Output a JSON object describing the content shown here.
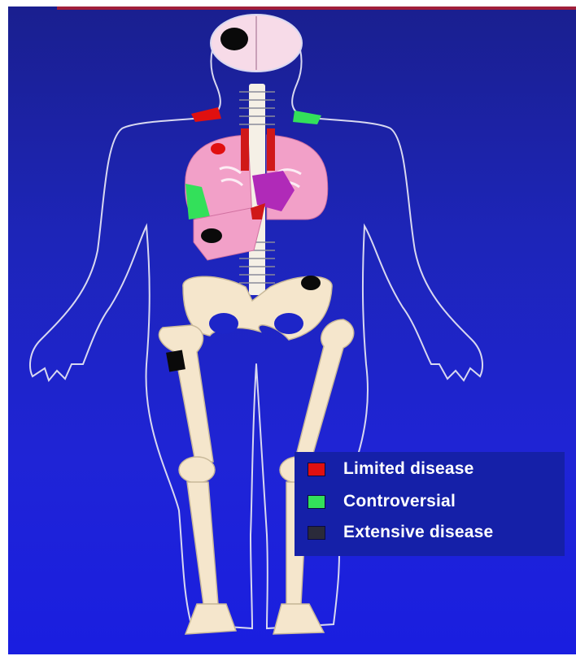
{
  "legend": {
    "items": [
      {
        "label": "Limited disease",
        "color": "#e01010"
      },
      {
        "label": "Controversial",
        "color": "#33e05a"
      },
      {
        "label": "Extensive disease",
        "color": "#2a2a3a"
      }
    ]
  },
  "colors": {
    "background": "#1d25c8",
    "outline": "#d8d8f0",
    "bone": "#f5e6cc",
    "lung": "#f2a0c8",
    "heart": "#b02ab8"
  }
}
